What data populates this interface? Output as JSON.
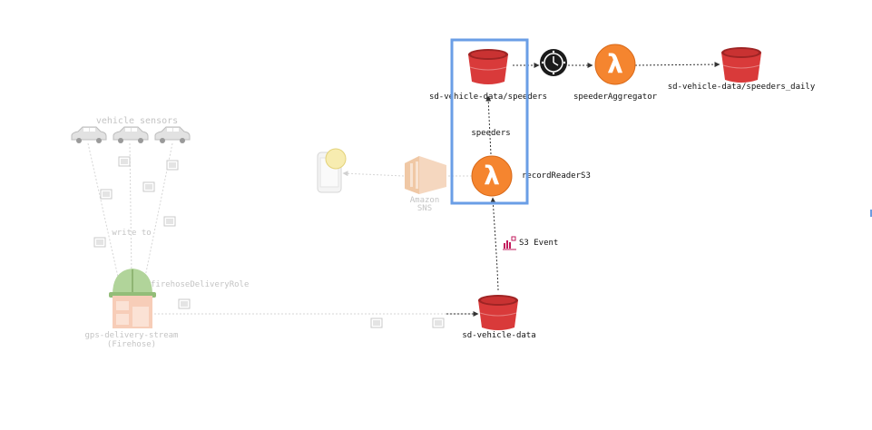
{
  "diagram": {
    "nodes": {
      "bucket_speeders": {
        "label": "sd-vehicle-data/speeders",
        "icon": "s3-bucket-icon"
      },
      "bucket_speeders_daily": {
        "label": "sd-vehicle-data/speeders_daily",
        "icon": "s3-bucket-icon"
      },
      "bucket_vehicle_data": {
        "label": "sd-vehicle-data",
        "icon": "s3-bucket-icon"
      },
      "lambda_aggregator": {
        "label": "speederAggregator",
        "icon": "lambda-icon"
      },
      "lambda_reader": {
        "label": "recordReaderS3",
        "icon": "lambda-icon"
      },
      "scheduler": {
        "icon": "clock-icon"
      },
      "sns": {
        "label_line1": "Amazon",
        "label_line2": "SNS",
        "icon": "sns-icon"
      },
      "phone": {
        "icon": "mobile-notification-icon"
      },
      "firehose": {
        "label_line1": "gps-delivery-stream",
        "label_line2": "(Firehose)",
        "icon": "firehose-icon"
      },
      "sensors": {
        "label": "vehicle sensors",
        "icon": "car-icon"
      },
      "role": {
        "label": "firehoseDeliveryRole",
        "icon": "iam-role-helmet-icon"
      }
    },
    "edge_labels": {
      "speeders": "speeders",
      "s3_event": "S3 Event",
      "write_to": "write to"
    },
    "colors": {
      "s3_red": "#e03b3b",
      "lambda_orange": "#f58536",
      "selection_blue": "#6a9ee6",
      "faded_gray": "#cfcfcf"
    }
  }
}
